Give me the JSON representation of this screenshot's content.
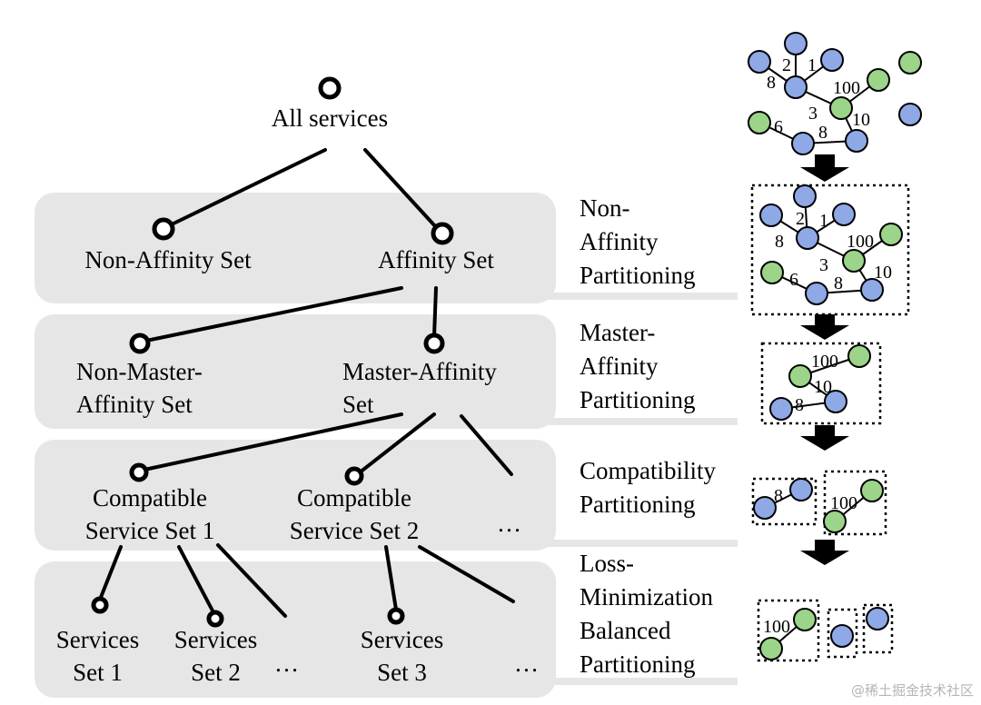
{
  "tree": {
    "root": "All services",
    "level1": {
      "left": "Non-Affinity Set",
      "right": "Affinity Set"
    },
    "level2": {
      "left": [
        "Non-Master-",
        "Affinity Set"
      ],
      "right": [
        "Master-Affinity",
        "Set"
      ]
    },
    "level3": {
      "left": [
        "Compatible",
        "Service Set 1"
      ],
      "middle": [
        "Compatible",
        "Service Set 2"
      ],
      "ellipsis": "…"
    },
    "level4": {
      "a": [
        "Services",
        "Set 1"
      ],
      "b": [
        "Services",
        "Set 2"
      ],
      "c": [
        "Services",
        "Set 3"
      ],
      "ellipsis": "…"
    }
  },
  "stages": [
    [
      "Non-",
      "Affinity",
      "Partitioning"
    ],
    [
      "Master-",
      "Affinity",
      "Partitioning"
    ],
    [
      "Compatibility",
      "Partitioning"
    ],
    [
      "Loss-",
      "Minimization",
      "Balanced",
      "Partitioning"
    ]
  ],
  "graph_weights": {
    "full": [
      "2",
      "1",
      "8",
      "100",
      "3",
      "10",
      "6",
      "8"
    ],
    "master": [
      "100",
      "10",
      "8"
    ],
    "compat": [
      "8",
      "100"
    ],
    "loss": [
      "100"
    ]
  },
  "colors": {
    "blue_node": "#8fa9e6",
    "green_node": "#9cd58a",
    "band": "#e6e6e6",
    "arrow": "#000000"
  },
  "watermark": "@稀土掘金技术社区"
}
